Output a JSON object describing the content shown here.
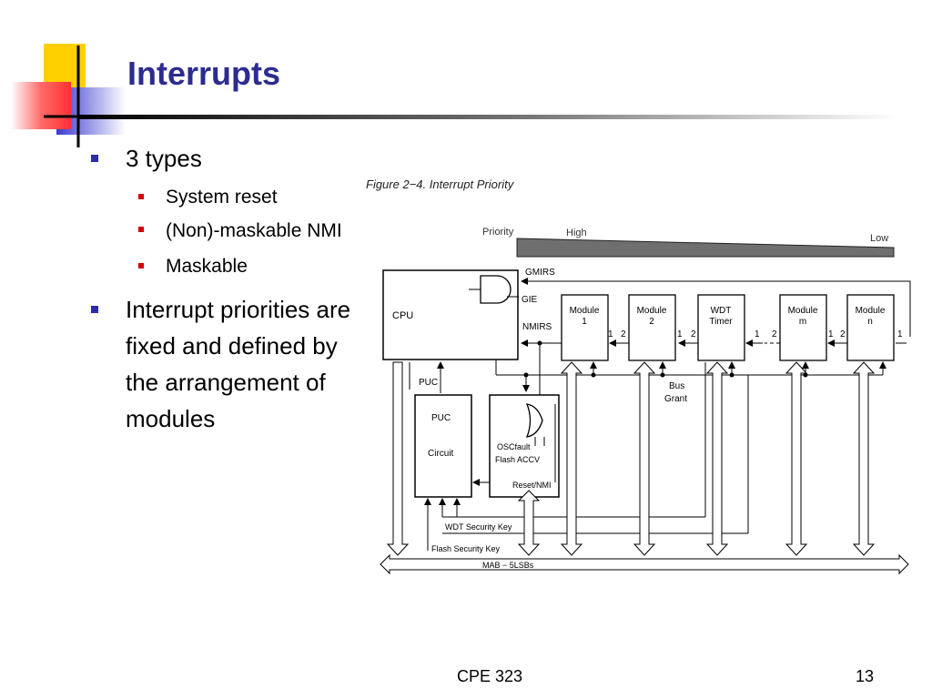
{
  "slide": {
    "title": "Interrupts",
    "bullets": [
      {
        "text": "3 types",
        "sub": [
          "System reset",
          "(Non)-maskable NMI",
          "Maskable"
        ]
      },
      {
        "text": "Interrupt priorities are fixed and defined by the arrangement of modules"
      }
    ],
    "footer": "CPE 323",
    "page_number": "13"
  },
  "figure": {
    "caption": "Figure 2−4. Interrupt Priority",
    "priority_label": "Priority",
    "high_label": "High",
    "low_label": "Low",
    "cpu_label": "CPU",
    "gmirs_label": "GMIRS",
    "gie_label": "GIE",
    "nmirs_label": "NMIRS",
    "puc_signal_label": "PUC",
    "puc_circuit_title": "PUC",
    "puc_circuit_sub": "Circuit",
    "nmi_lines": [
      "OSCfault",
      "Flash ACCV"
    ],
    "reset_nmi_label": "Reset/NMI",
    "wdt_key_label": "WDT Security Key",
    "flash_key_label": "Flash Security Key",
    "mab_label": "MAB − 5LSBs",
    "bus_grant_lines": [
      "Bus",
      "Grant"
    ],
    "modules": [
      {
        "line1": "Module",
        "line2": "1"
      },
      {
        "line1": "Module",
        "line2": "2"
      },
      {
        "line1": "WDT",
        "line2": "Timer"
      },
      {
        "line1": "Module",
        "line2": "m"
      },
      {
        "line1": "Module",
        "line2": "n"
      }
    ],
    "port_labels": [
      "1",
      "2"
    ]
  }
}
